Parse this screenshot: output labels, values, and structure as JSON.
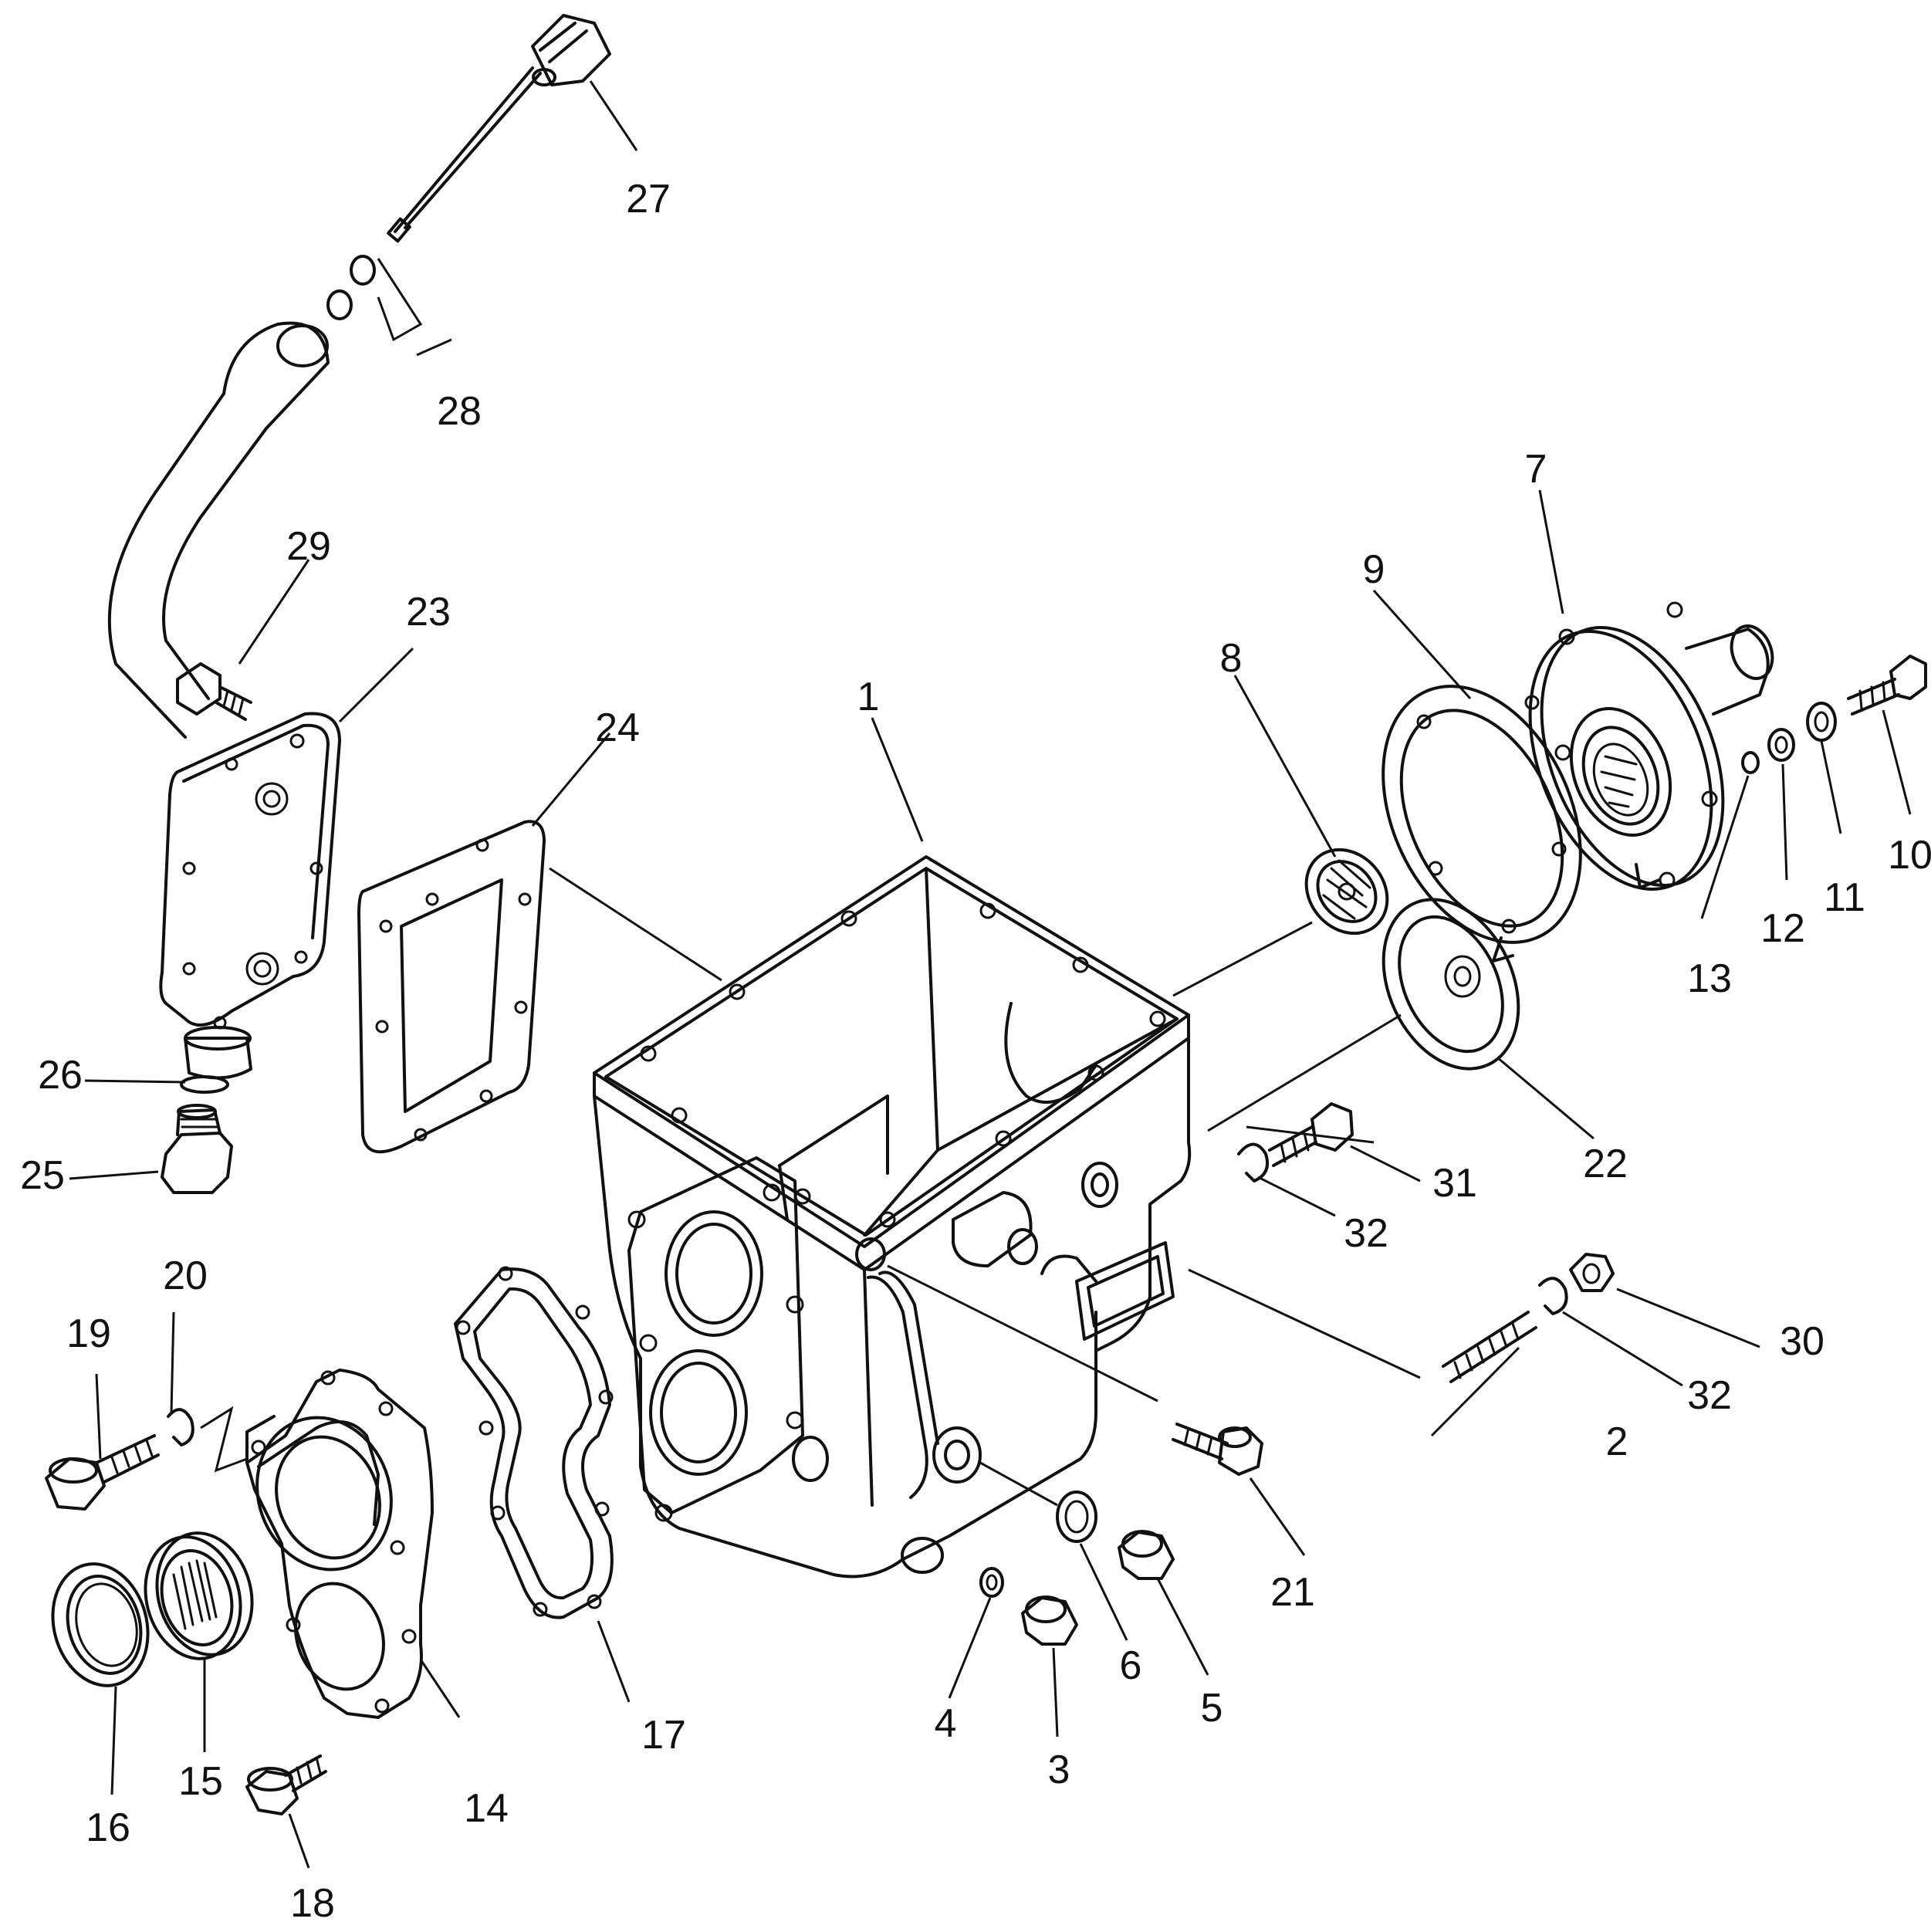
{
  "diagram": {
    "parts": [
      {
        "id": "1",
        "label": "1"
      },
      {
        "id": "2",
        "label": "2"
      },
      {
        "id": "3",
        "label": "3"
      },
      {
        "id": "4",
        "label": "4"
      },
      {
        "id": "5",
        "label": "5"
      },
      {
        "id": "6",
        "label": "6"
      },
      {
        "id": "7",
        "label": "7"
      },
      {
        "id": "8",
        "label": "8"
      },
      {
        "id": "9",
        "label": "9"
      },
      {
        "id": "10",
        "label": "10"
      },
      {
        "id": "11",
        "label": "11"
      },
      {
        "id": "12",
        "label": "12"
      },
      {
        "id": "13",
        "label": "13"
      },
      {
        "id": "14",
        "label": "14"
      },
      {
        "id": "15",
        "label": "15"
      },
      {
        "id": "16",
        "label": "16"
      },
      {
        "id": "17",
        "label": "17"
      },
      {
        "id": "18",
        "label": "18"
      },
      {
        "id": "19",
        "label": "19"
      },
      {
        "id": "20",
        "label": "20"
      },
      {
        "id": "21",
        "label": "21"
      },
      {
        "id": "22",
        "label": "22"
      },
      {
        "id": "23",
        "label": "23"
      },
      {
        "id": "24",
        "label": "24"
      },
      {
        "id": "25",
        "label": "25"
      },
      {
        "id": "26",
        "label": "26"
      },
      {
        "id": "27",
        "label": "27"
      },
      {
        "id": "28",
        "label": "28"
      },
      {
        "id": "29",
        "label": "29"
      },
      {
        "id": "30",
        "label": "30"
      },
      {
        "id": "31",
        "label": "31"
      },
      {
        "id": "32a",
        "label": "32"
      },
      {
        "id": "32b",
        "label": "32"
      }
    ]
  }
}
